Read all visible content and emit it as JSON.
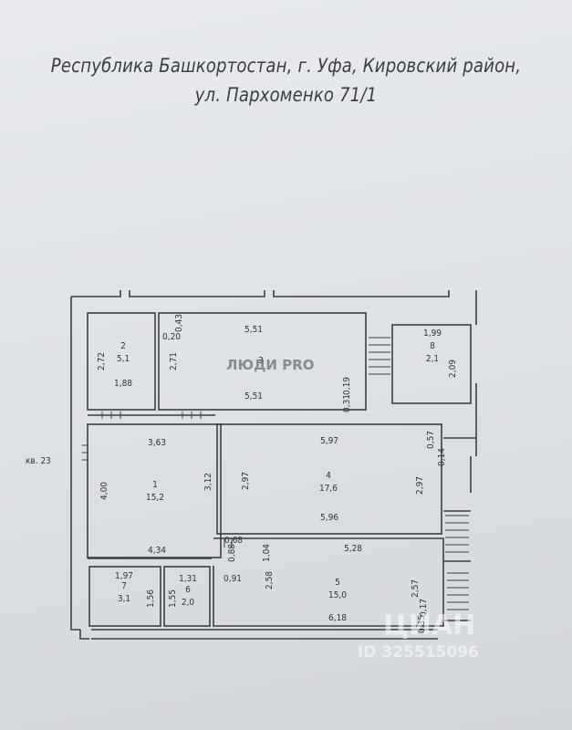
{
  "address": {
    "line1": "Республика Башкортостан, г. Уфа, Кировский район,",
    "line2": "ул. Пархоменко 71/1"
  },
  "watermark": {
    "brand": "ЛЮДИ PRO",
    "site": "ЦИАН",
    "id": "ID 325515096"
  },
  "side_label": "кв. 23",
  "rooms": [
    {
      "num": "1",
      "area": "15,2"
    },
    {
      "num": "2",
      "area": "5,1"
    },
    {
      "num": "3",
      "area": ""
    },
    {
      "num": "4",
      "area": "17,6"
    },
    {
      "num": "5",
      "area": "15,0"
    },
    {
      "num": "6",
      "area": "2,0"
    },
    {
      "num": "7",
      "area": "3,1"
    },
    {
      "num": "8",
      "area": "2,1"
    }
  ],
  "dims": {
    "d_2_72": "2,72",
    "d_1_88": "1,88",
    "d_0_43": "0,43",
    "d_0_20": "0,20",
    "d_5_51_top": "5,51",
    "d_2_71": "2,71",
    "d_5_51_bot": "5,51",
    "d_0_19": "0,19",
    "d_0_31": "0,31",
    "d_1_99": "1,99",
    "d_2_09": "2,09",
    "d_3_63": "3,63",
    "d_4_00": "4,00",
    "d_3_12": "3,12",
    "d_4_34": "4,34",
    "d_5_97": "5,97",
    "d_0_57": "0,57",
    "d_0_14": "0,14",
    "d_2_97_l": "2,97",
    "d_2_97_r": "2,97",
    "d_5_96": "5,96",
    "d_0_68": "0,68",
    "d_0_88": "0,88",
    "d_1_04": "1,04",
    "d_5_28": "5,28",
    "d_1_97": "1,97",
    "d_1_56": "1,56",
    "d_1_31": "1,31",
    "d_1_55": "1,55",
    "d_0_91": "0,91",
    "d_2_58": "2,58",
    "d_2_57": "2,57",
    "d_0_17": "0,17",
    "d_6_18": "6,18",
    "d_0_35": "0,35"
  },
  "colors": {
    "ink": "#30333a",
    "wall": "#3b3e45"
  }
}
